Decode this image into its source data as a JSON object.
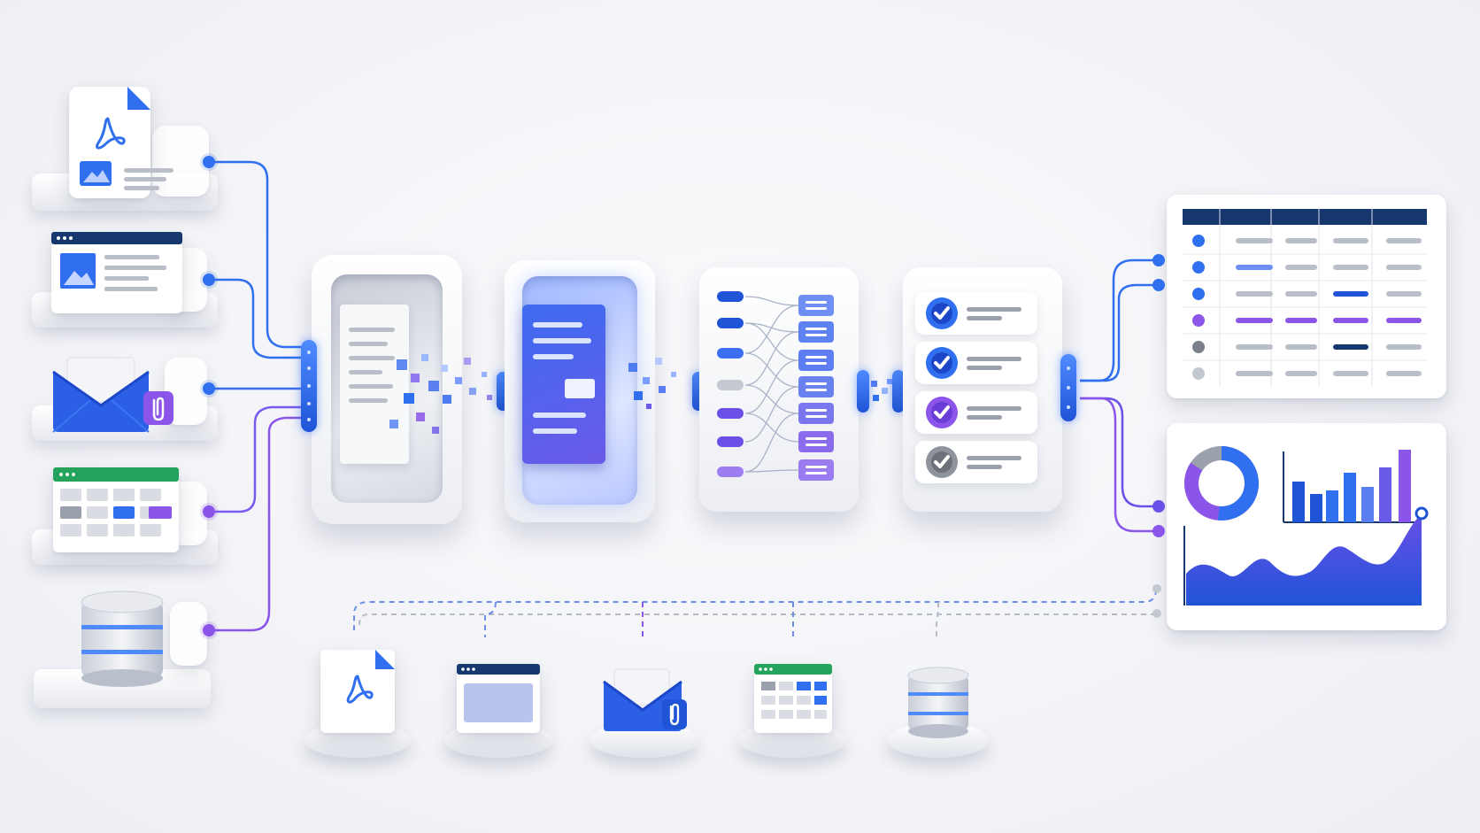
{
  "colors": {
    "blue": "#2f6ff0",
    "deep_blue": "#1d47c9",
    "purple": "#8a55e8",
    "green": "#23a35c",
    "gray": "#9aa1ad",
    "navy": "#17386f"
  },
  "icons": {
    "pdf": "pdf-icon",
    "webpage": "webpage-icon",
    "email": "email-icon",
    "spreadsheet": "spreadsheet-icon",
    "database": "database-icon",
    "checkmark": "checkmark-icon",
    "attachment": "paperclip-icon"
  },
  "sources": [
    {
      "type": "pdf"
    },
    {
      "type": "webpage"
    },
    {
      "type": "email"
    },
    {
      "type": "spreadsheet"
    },
    {
      "type": "database"
    }
  ],
  "stages": [
    {
      "type": "ingest"
    },
    {
      "type": "parse"
    },
    {
      "type": "map"
    },
    {
      "type": "validate"
    }
  ],
  "validation_checks": [
    {
      "state": "checked",
      "color": "#2f6ff0"
    },
    {
      "state": "checked",
      "color": "#2f6ff0"
    },
    {
      "state": "checked",
      "color": "#8a55e8"
    },
    {
      "state": "checked",
      "color": "#8e939c"
    }
  ],
  "outputs": {
    "table": {
      "rows": 6
    },
    "dashboard": {
      "charts": [
        "donut",
        "bar",
        "area"
      ]
    }
  },
  "feedback_targets": [
    {
      "type": "pdf"
    },
    {
      "type": "webpage"
    },
    {
      "type": "email"
    },
    {
      "type": "spreadsheet"
    },
    {
      "type": "database"
    }
  ]
}
